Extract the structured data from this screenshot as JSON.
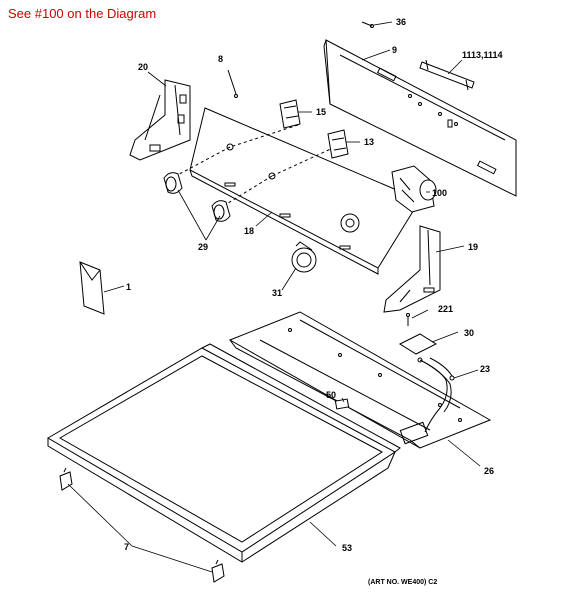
{
  "header": {
    "link_text": "See #100 on the Diagram",
    "link_color": "#d00000"
  },
  "diagram": {
    "art_number": "(ART NO. WE400) C2",
    "part_labels": {
      "p36": "36",
      "p9": "9",
      "p1113": "1113,1114",
      "p20": "20",
      "p8": "8",
      "p15": "15",
      "p13": "13",
      "p100": "100",
      "p29": "29",
      "p18": "18",
      "p19": "19",
      "p31": "31",
      "p1": "1",
      "p221": "221",
      "p30": "30",
      "p23": "23",
      "p50": "50",
      "p26": "26",
      "p7": "7",
      "p53": "53"
    }
  }
}
